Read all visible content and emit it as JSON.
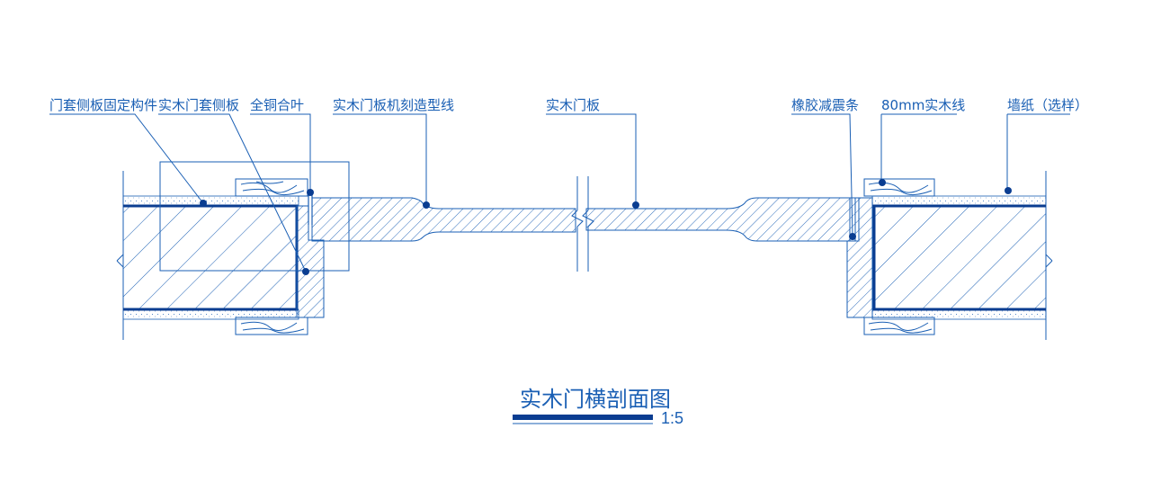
{
  "labels": {
    "l1": "门套侧板固定构件",
    "l2": "实木门套侧板",
    "l3": "全铜合叶",
    "l4": "实木门板机刻造型线",
    "l5": "实木门板",
    "l6": "橡胶减震条",
    "l7": "80mm实木线",
    "l8": "墙纸（选样）"
  },
  "drawing": {
    "title": "实木门横剖面图",
    "scale": "1:5"
  },
  "colors": {
    "line": "#1a5fb4",
    "thick": "#0a3d91"
  }
}
